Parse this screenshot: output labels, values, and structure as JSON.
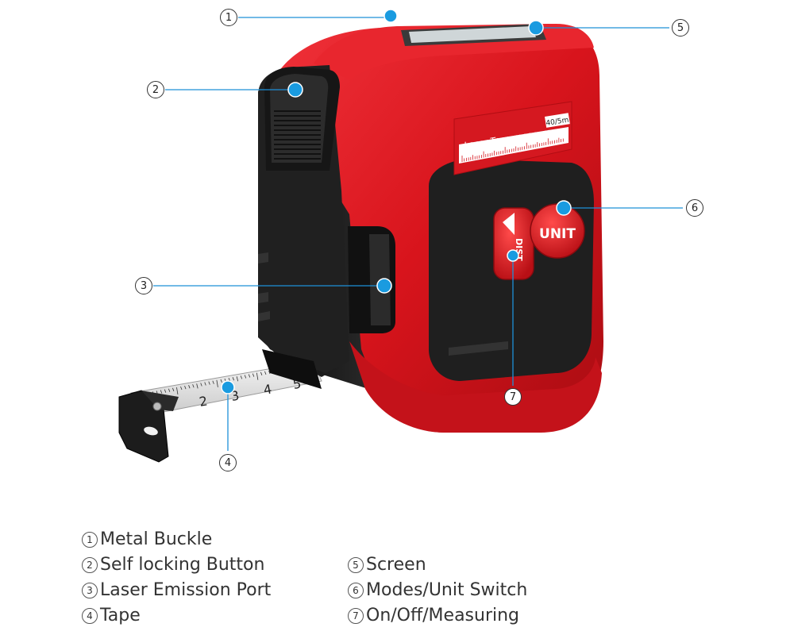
{
  "device": {
    "label_text": "Laser Tape measure",
    "label_range": "40/5m",
    "unit_button": "UNIT",
    "dist_button": "DIST",
    "tape_digits": [
      "2",
      "3",
      "4",
      "5"
    ]
  },
  "callouts": [
    {
      "num": "1",
      "name": "Metal Buckle"
    },
    {
      "num": "2",
      "name": "Self locking Button"
    },
    {
      "num": "3",
      "name": "Laser Emission Port"
    },
    {
      "num": "4",
      "name": "Tape"
    },
    {
      "num": "5",
      "name": "Screen"
    },
    {
      "num": "6",
      "name": "Modes/Unit Switch"
    },
    {
      "num": "7",
      "name": "On/Off/Measuring"
    }
  ],
  "colors": {
    "body_red": "#d8141c",
    "body_dark": "#1f1f1f",
    "leader": "#1e90d8",
    "dot": "#1a9be0"
  }
}
